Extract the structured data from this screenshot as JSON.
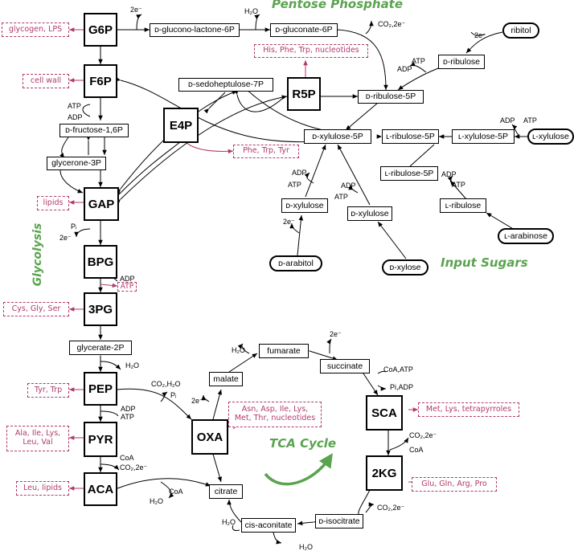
{
  "titles": {
    "pentose": "Pentose Phosphate",
    "glycolysis": "Glycolysis",
    "input_sugars": "Input Sugars",
    "tca": "TCA Cycle"
  },
  "nodes": {
    "g6p": "G6P",
    "f6p": "F6P",
    "e4p": "E4P",
    "r5p": "R5P",
    "gap": "GAP",
    "bpg": "BPG",
    "pg3": "3PG",
    "pep": "PEP",
    "pyr": "PYR",
    "aca": "ACA",
    "oxa": "OXA",
    "sca": "SCA",
    "kg2": "2KG",
    "glucono": "ᴅ-glucono-lactone-6P",
    "gluconate": "ᴅ-gluconate-6P",
    "ribitol": "ribitol",
    "dribulose": "ᴅ-ribulose",
    "sedo": "ᴅ-sedoheptulose-7P",
    "dribulose5p": "ᴅ-ribulose-5P",
    "fbp": "ᴅ-fructose-1,6P",
    "dxylulose5p": "ᴅ-xylulose-5P",
    "lribulose5p": "ʟ-ribulose-5P",
    "lxylulose5p": "ʟ-xylulose-5P",
    "lxylulose": "ʟ-xylulose",
    "glycerone": "glycerone-3P",
    "lribulose5p_b": "ʟ-ribulose-5P",
    "dxylulose_a": "ᴅ-xylulose",
    "dxylulose_b": "ᴅ-xylulose",
    "lribulose": "ʟ-ribulose",
    "larabinose": "ʟ-arabinose",
    "darabitol": "ᴅ-arabitol",
    "dxylose": "ᴅ-xylose",
    "glycerate": "glycerate-2P",
    "fumarate": "fumarate",
    "malate": "malate",
    "succinate": "succinate",
    "citrate": "citrate",
    "cisaconitate": "cis-aconitate",
    "disocitrate": "ᴅ-isocitrate"
  },
  "products": {
    "g6p": "glycogen, LPS",
    "f6p": "cell wall",
    "r5p": "His, Phe, Trp, nucleotides",
    "e4p": "Phe, Trp, Tyr",
    "gap": "lipids",
    "pg3": "Cys, Gly, Ser",
    "pep": "Tyr, Trp",
    "pyr": "Ala, Ile, Lys,\nLeu, Val",
    "aca": "Leu, lipids",
    "oxa": "Asn, Asp, Ile, Lys,\nMet, Thr, nucleotides",
    "sca": "Met, Lys, tetrapyrroles",
    "kg2": "Glu, Gln, Arg, Pro"
  },
  "labels": {
    "e2_g6p": "2e⁻",
    "h2o_glucono": "H₂O",
    "co2_gluconate": "CO₂,2e⁻",
    "e2_ribitol": "2e⁻",
    "adp_dribulose": "ADP",
    "atp_dribulose": "ATP",
    "atp_fbp": "ATP",
    "adp_fbp": "ADP",
    "adp_lxyl": "ADP",
    "atp_lxyl": "ATP",
    "adp_lribu": "ADP",
    "atp_lribu": "ATP",
    "adp_dxa": "ADP",
    "atp_dxa": "ATP",
    "adp_dxb": "ADP",
    "atp_dxb": "ATP",
    "e2_darabitol": "2e⁻",
    "pi_gap": "Pᵢ",
    "e2_gap": "2e⁻",
    "adp_bpg": "ADP",
    "atp_bpg": "ATP",
    "h2o_glycerate": "H₂O",
    "co2h2o_pep": "CO₂,H₂O",
    "pi_pep": "Pᵢ",
    "adp_pep": "ADP",
    "atp_pep": "ATP",
    "coa_pyr": "CoA",
    "co2_pyr": "CO₂,2e⁻",
    "coa_aca": "CoA",
    "h2o_aca": "H₂O",
    "h2o_malate": "H₂O",
    "e2_oxa": "2e⁻",
    "e2_succ": "2e⁻",
    "coaatp_sca": "CoA,ATP",
    "piadp_sca": "Pi,ADP",
    "co2_sca": "CO₂,2e⁻",
    "coa_sca": "CoA",
    "co2_iso": "CO₂,2e⁻",
    "h2o_cis1": "H₂O",
    "h2o_cis2": "H₂O"
  },
  "colors": {
    "product": "#b03a6b",
    "title": "#5aa34f",
    "line": "#000000"
  }
}
